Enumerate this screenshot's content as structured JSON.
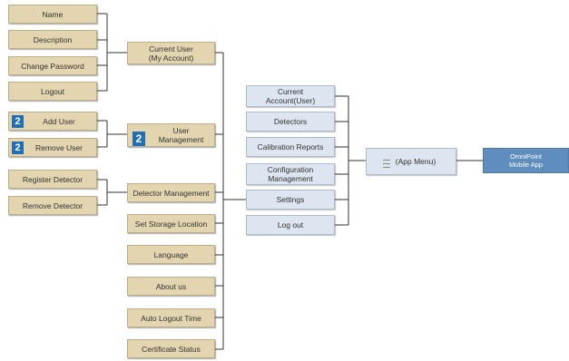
{
  "colors": {
    "tan_box": "#e3d5b0",
    "blue_box": "#dde5f0",
    "root_box": "#5f8dbd",
    "badge": "#1f6fb8",
    "connector": "#333333"
  },
  "root": {
    "label": "OmniPoint\nMobile App"
  },
  "app_menu": {
    "label": "(App Menu)",
    "icon": "hamburger-menu-icon"
  },
  "menu_items": [
    {
      "label": "Current\nAccount(User)"
    },
    {
      "label": "Detectors"
    },
    {
      "label": "Calibration Reports"
    },
    {
      "label": "Configuration\nManagement"
    },
    {
      "label": "Settings"
    },
    {
      "label": "Log out"
    }
  ],
  "settings_items": [
    {
      "label": "Current User\n(My Account)"
    },
    {
      "label": "User\nManagement",
      "badge": "2"
    },
    {
      "label": "Detector Management"
    },
    {
      "label": "Set Storage Location"
    },
    {
      "label": "Language"
    },
    {
      "label": "About us"
    },
    {
      "label": "Auto Logout Time"
    },
    {
      "label": "Certificate Status"
    }
  ],
  "account_items": [
    {
      "label": "Name"
    },
    {
      "label": "Description"
    },
    {
      "label": "Change Password"
    },
    {
      "label": "Logout"
    }
  ],
  "user_mgmt_items": [
    {
      "label": "Add User",
      "badge": "2"
    },
    {
      "label": "Remove User",
      "badge": "2"
    }
  ],
  "detector_items": [
    {
      "label": "Register Detector"
    },
    {
      "label": "Remove Detector"
    }
  ]
}
